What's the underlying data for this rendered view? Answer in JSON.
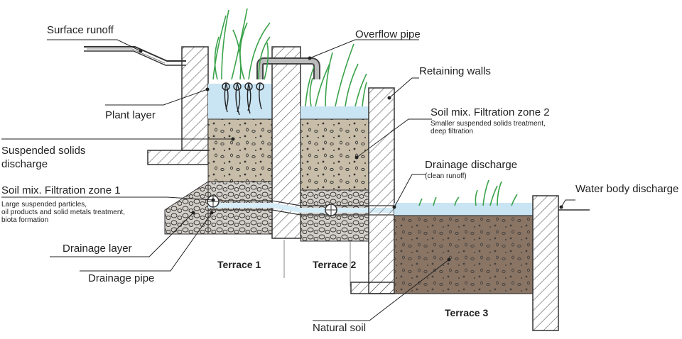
{
  "labels": {
    "surface_runoff": "Surface runoff",
    "overflow_pipe": "Overflow pipe",
    "retaining_walls": "Retaining walls",
    "plant_layer": "Plant layer",
    "soil_mix_zone2": "Soil mix. Filtration zone 2",
    "soil_mix_zone2_desc_1": "Smaller suspended solids treatment,",
    "soil_mix_zone2_desc_2": "deep filtration",
    "suspended_solids_1": "Suspended solids",
    "suspended_solids_2": "discharge",
    "drainage_discharge": "Drainage discharge",
    "drainage_discharge_desc": "(clean runoff)",
    "soil_mix_zone1": "Soil mix. Filtration zone 1",
    "soil_mix_zone1_desc_1": "Large suspended particles,",
    "soil_mix_zone1_desc_2": "oil products and solid metals treatment,",
    "soil_mix_zone1_desc_3": "biota formation",
    "water_body_discharge": "Water body discharge",
    "drainage_layer": "Drainage layer",
    "drainage_pipe": "Drainage pipe",
    "terrace_1": "Terrace 1",
    "terrace_2": "Terrace 2",
    "terrace_3": "Terrace 3",
    "natural_soil": "Natural soil"
  },
  "colors": {
    "soil_mix": "#c7bda8",
    "natural_soil": "#8a7565",
    "drainage_gravel": "#d3cec8",
    "water": "#c9e4f3",
    "plants": "#3aa24a",
    "wall_hatch": "#555555"
  }
}
